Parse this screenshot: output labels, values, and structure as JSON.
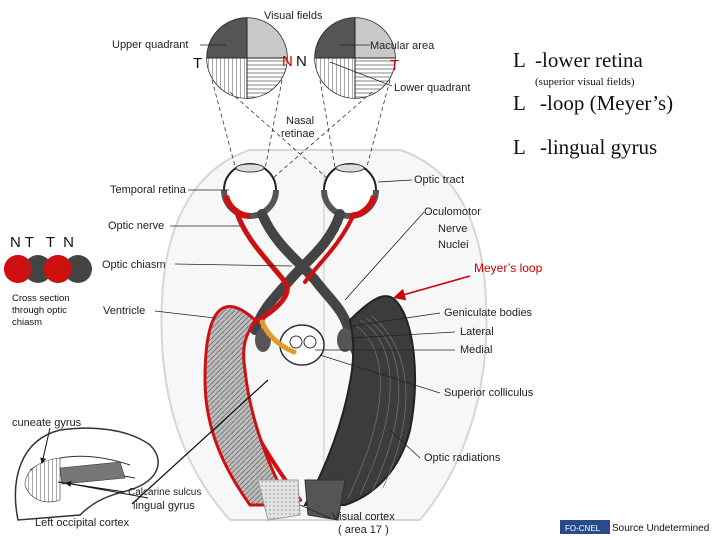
{
  "labels": {
    "visual_fields": "Visual fields",
    "upper_quadrant": "Upper quadrant",
    "macular_area": "Macular area",
    "lower_quadrant": "Lower quadrant",
    "nasal_retinae_1": "Nasal",
    "nasal_retinae_2": "retinae",
    "temporal_retina": "Temporal retina",
    "optic_tract": "Optic tract",
    "oculomotor": "Oculomotor",
    "nerve": "Nerve",
    "nuclei": "Nuclei",
    "optic_nerve": "Optic nerve",
    "optic_chiasm": "Optic chiasm",
    "ventricle": "Ventricle",
    "geniculate_bodies": "Geniculate bodies",
    "lateral": "Lateral",
    "medial": "Medial",
    "superior_colliculus": "Superior colliculus",
    "optic_radiations": "Optic radiations",
    "calcarine_sulcus": "Calcarine sulcus",
    "left_occipital_cortex": "Left occipital cortex",
    "visual_cortex": "Visual cortex",
    "area17": "( area 17 )"
  },
  "field_letters": {
    "t_left": "T",
    "n_left": "N",
    "n_right": "N",
    "t_right": "T"
  },
  "notes": {
    "l1_bullet": "L",
    "l1_text": "-lower retina",
    "l1_sub": "(superior visual fields)",
    "l2_bullet": "L",
    "l2_text": "-loop (Meyer’s)",
    "l3_bullet": "L",
    "l3_text": "-lingual gyrus"
  },
  "annotations": {
    "nt_row": "N T   T  N",
    "cross_section_1": "Cross section",
    "cross_section_2": "through optic",
    "cross_section_3": "chiasm",
    "meyers_loop": "Meyer’s loop",
    "cuneate_gyrus": "cuneate gyrus",
    "lingual_gyrus": "lingual gyrus"
  },
  "footer": {
    "badge": "FO-CNEL",
    "source": "Source Undetermined"
  },
  "colors": {
    "pathway_red": "#d01010",
    "pathway_dark": "#444444",
    "meyer_orange": "#e39a2b",
    "annotation_red": "#cc0000"
  }
}
